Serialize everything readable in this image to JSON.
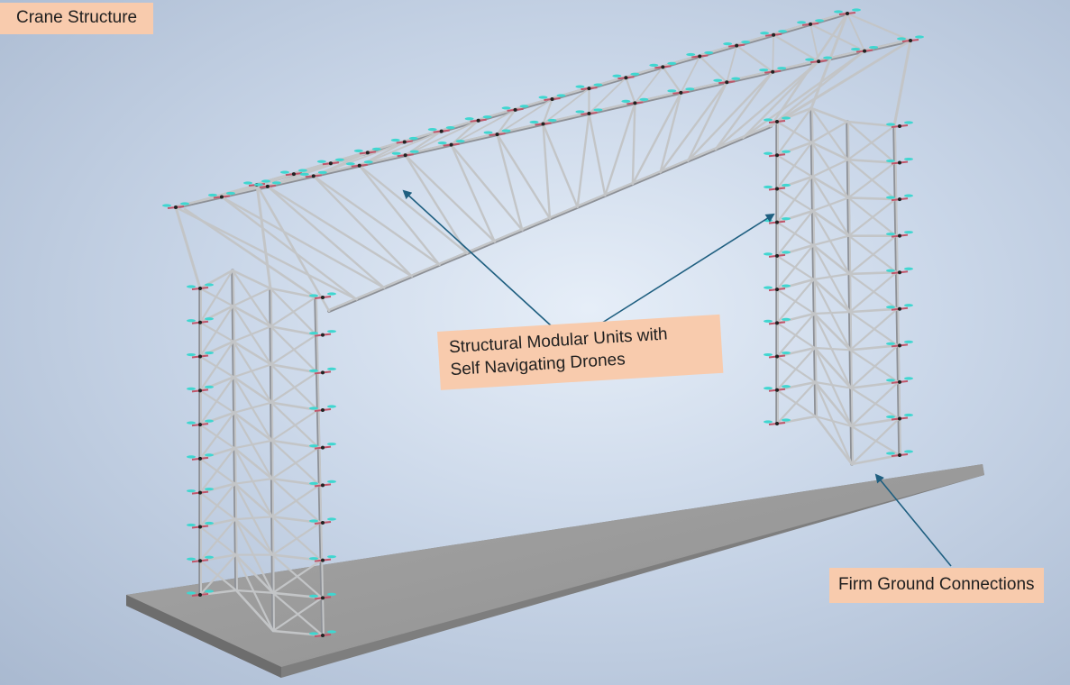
{
  "title": "Crane Structure",
  "callouts": {
    "modules": {
      "line1": "Structural Modular Units with",
      "line2": "Self Navigating Drones"
    },
    "ground": "Firm Ground Connections"
  },
  "colors": {
    "label_bg": "#f8cbad",
    "arrow": "#1f5f80",
    "steel": "#c3c5c7",
    "ground_slab": "#9c9c9c",
    "drone_propeller": "#3fd6d0",
    "drone_arm": "#c0566a"
  }
}
